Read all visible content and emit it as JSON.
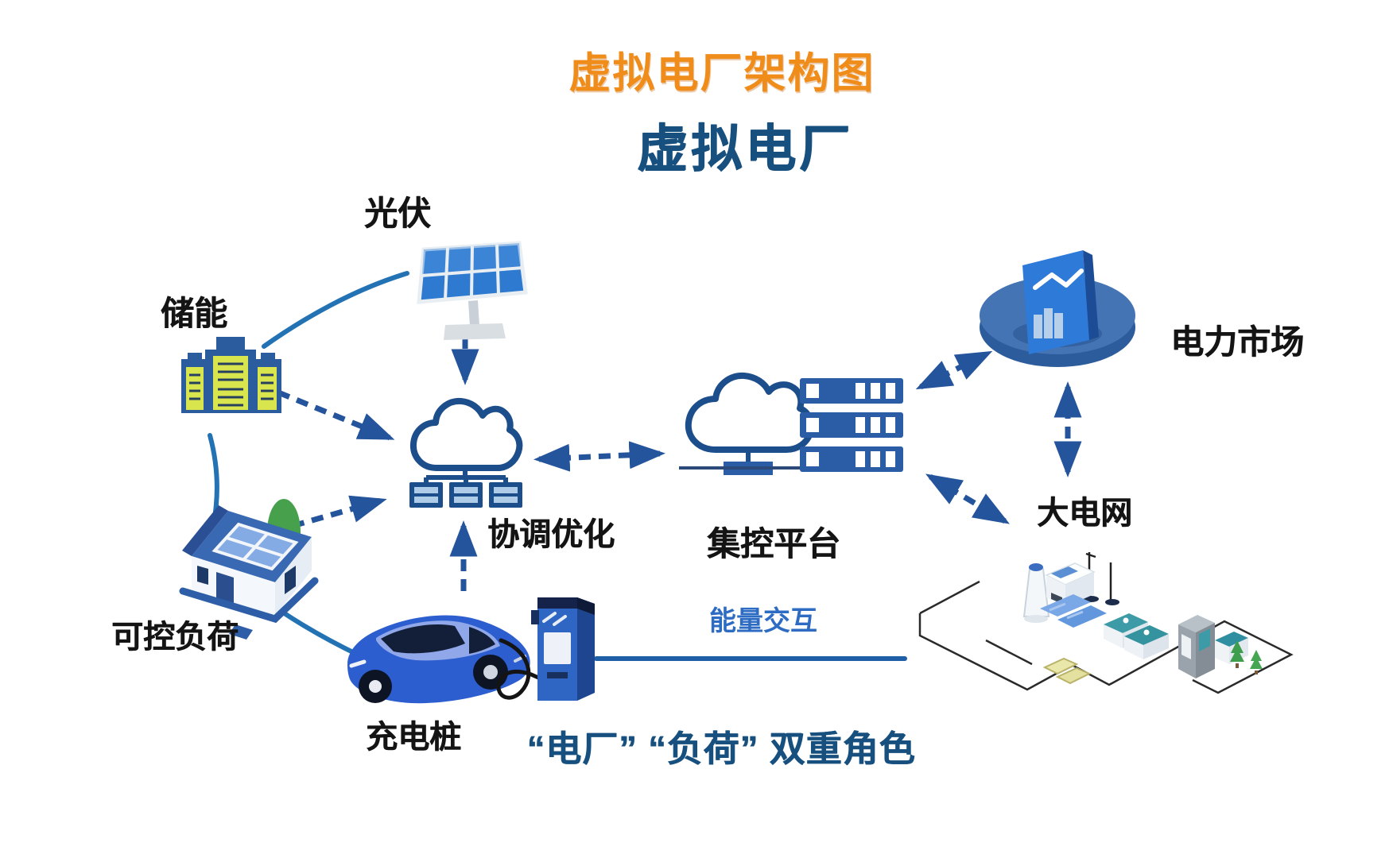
{
  "title": "虚拟电厂架构图",
  "subtitle": "虚拟电厂",
  "nodes": {
    "pv": {
      "label": "光伏"
    },
    "storage": {
      "label": "储能"
    },
    "controllable_load": {
      "label": "可控负荷"
    },
    "charging_pile": {
      "label": "充电桩"
    },
    "coordination": {
      "label": "协调优化"
    },
    "control_platform": {
      "label": "集控平台"
    },
    "power_market": {
      "label": "电力市场"
    },
    "main_grid": {
      "label": "大电网"
    },
    "energy_interaction": {
      "label": "能量交互"
    }
  },
  "slogan": "“电厂” “负荷” 双重角色",
  "colors": {
    "title_orange": "#ef8c1a",
    "deep_navy": "#17507e",
    "label_black": "#141414",
    "arrow_blue": "#24549c",
    "arc_blue": "#2272b4",
    "energy_blue": "#2e6cc4",
    "line_blue": "#1e5fa8"
  }
}
